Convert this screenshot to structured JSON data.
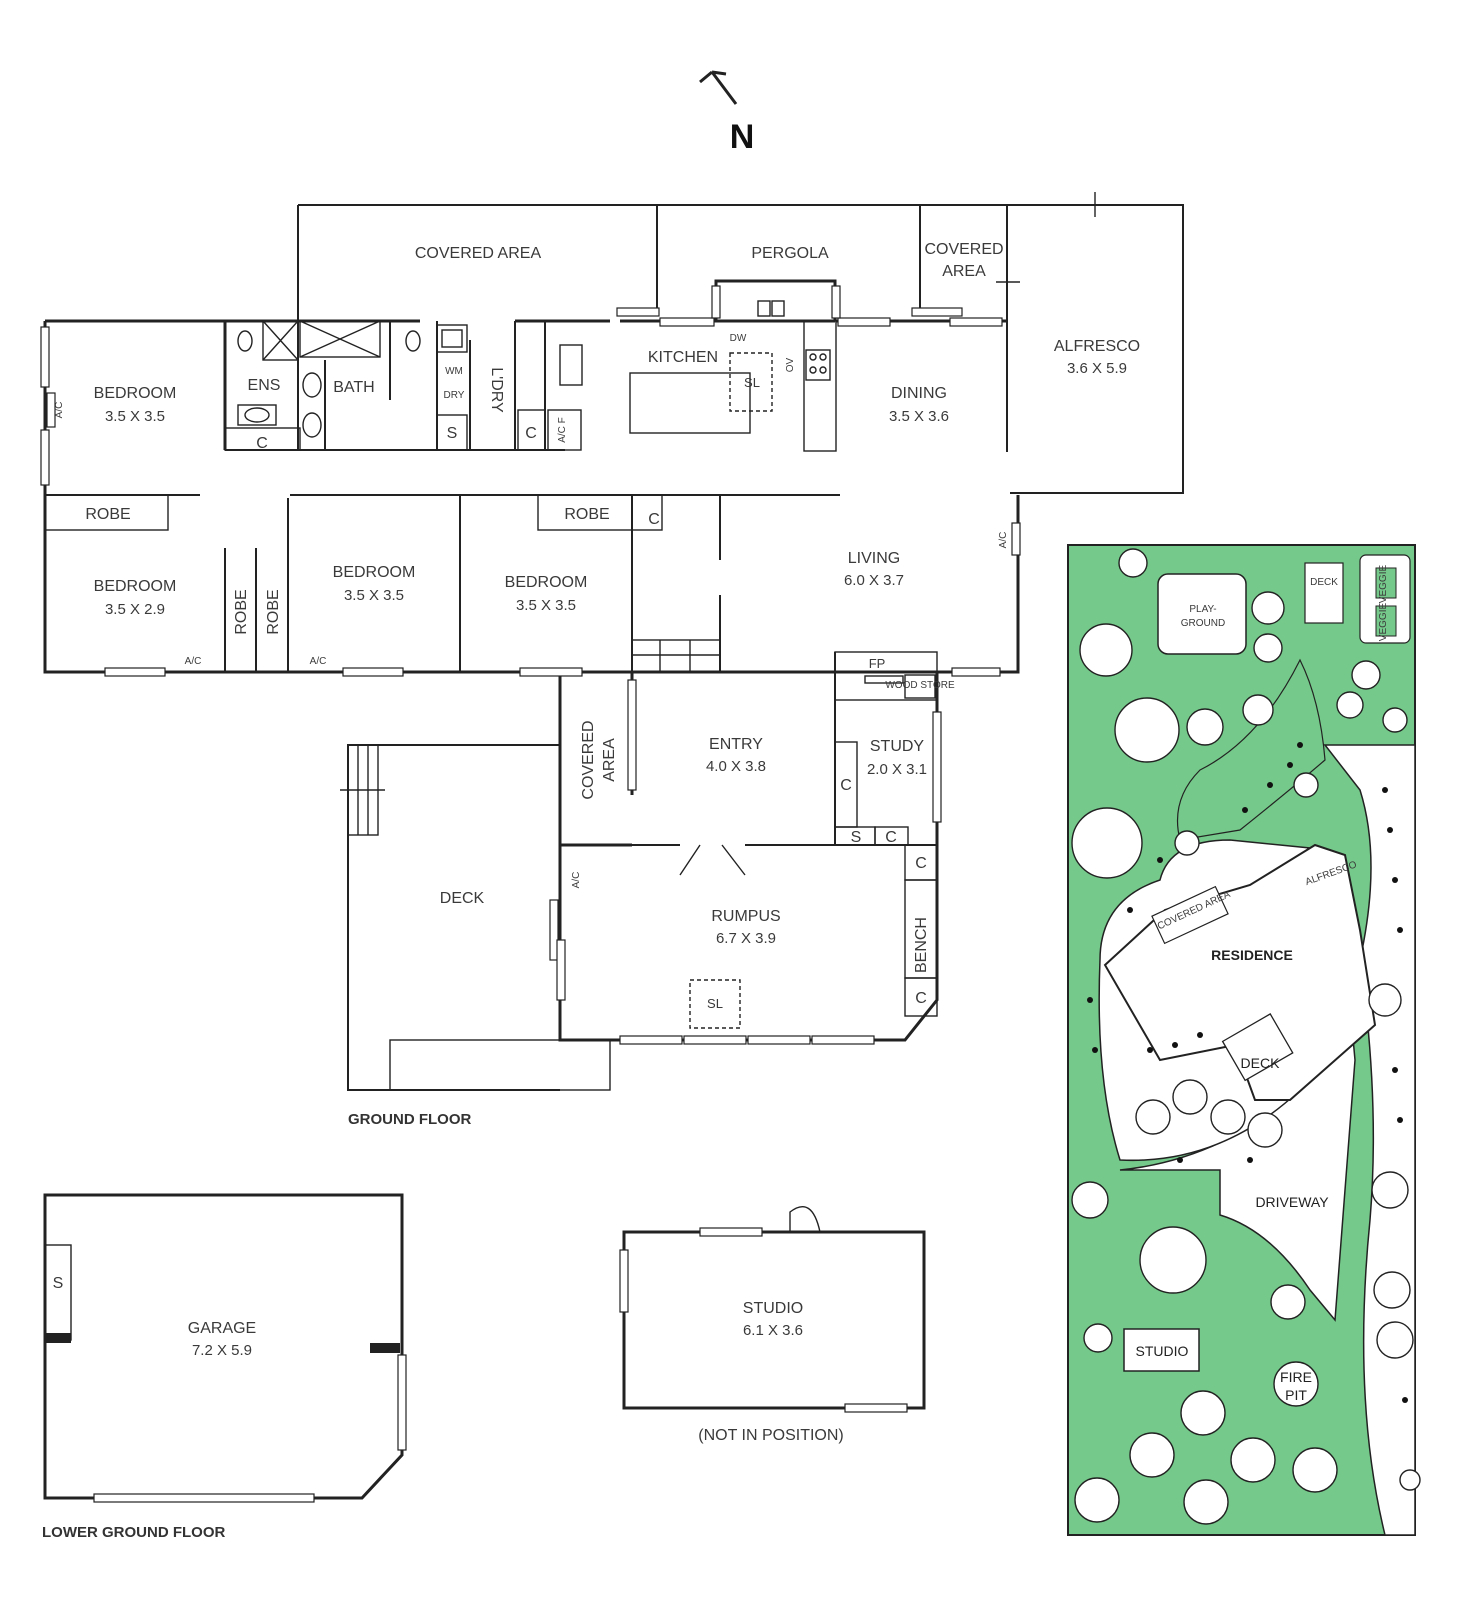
{
  "compass": {
    "label": "N"
  },
  "ground_floor": {
    "title": "GROUND FLOOR",
    "rooms": {
      "covered_area_top": "COVERED AREA",
      "pergola": "PERGOLA",
      "covered_area_right_1": "COVERED",
      "covered_area_right_2": "AREA",
      "alfresco": {
        "name": "ALFRESCO",
        "size": "3.6 X 5.9"
      },
      "bedroom_1": {
        "name": "BEDROOM",
        "size": "3.5 X 3.5"
      },
      "ens": "ENS",
      "bath": "BATH",
      "ldry": "L'DRY",
      "kitchen": "KITCHEN",
      "dining": {
        "name": "DINING",
        "size": "3.5 X 3.6"
      },
      "robe_1": "ROBE",
      "robe_2": "ROBE",
      "robe_3": "ROBE",
      "robe_4": "ROBE",
      "bedroom_2": {
        "name": "BEDROOM",
        "size": "3.5 X 2.9"
      },
      "bedroom_3": {
        "name": "BEDROOM",
        "size": "3.5 X 3.5"
      },
      "bedroom_4": {
        "name": "BEDROOM",
        "size": "3.5 X 3.5"
      },
      "living": {
        "name": "LIVING",
        "size": "6.0 X 3.7"
      },
      "covered_area_entry_1": "COVERED",
      "covered_area_entry_2": "AREA",
      "entry": {
        "name": "ENTRY",
        "size": "4.0 X 3.8"
      },
      "study": {
        "name": "STUDY",
        "size": "2.0 X 3.1"
      },
      "deck": "DECK",
      "rumpus": {
        "name": "RUMPUS",
        "size": "6.7 X 3.9"
      },
      "bench": "BENCH"
    },
    "fixtures": {
      "c": "C",
      "s": "S",
      "ac": "A/C",
      "acf": "A/C F",
      "dw": "DW",
      "ov": "OV",
      "sl": "SL",
      "wm": "WM",
      "dry": "DRY",
      "fp": "FP",
      "wood_store": "WOOD STORE"
    }
  },
  "lower_ground_floor": {
    "title": "LOWER GROUND FLOOR",
    "garage": {
      "name": "GARAGE",
      "size": "7.2 X 5.9"
    },
    "s": "S"
  },
  "studio": {
    "name": "STUDIO",
    "size": "6.1 X 3.6",
    "note": "(NOT IN POSITION)"
  },
  "site_plan": {
    "playground_1": "PLAY-",
    "playground_2": "GROUND",
    "deck_top": "DECK",
    "residence": "RESIDENCE",
    "deck": "DECK",
    "driveway": "DRIVEWAY",
    "studio": "STUDIO",
    "fire_pit_1": "FIRE",
    "fire_pit_2": "PIT",
    "covered_area": "COVERED AREA",
    "alfresco": "ALFRESCO",
    "veggie_1": "VEGGIE",
    "veggie_2": "VEGGIE",
    "colors": {
      "garden": "#75c98a",
      "path": "#ffffff",
      "line": "#222222"
    }
  }
}
